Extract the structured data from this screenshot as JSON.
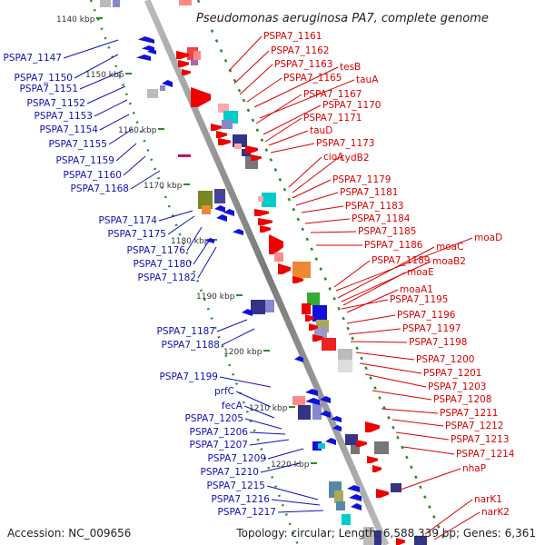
{
  "title": "Pseudomonas aeruginosa PA7, complete genome",
  "footer": {
    "accession": "Accession: NC_009656",
    "topology": "Topology: circular; Length: 6,588,339 bp; Genes: 6,361"
  },
  "ticks": [
    "1140 kbp",
    "1150 kbp",
    "1160 kbp",
    "1170 kbp",
    "1180 kbp",
    "1190 kbp",
    "1200 kbp",
    "1210 kbp",
    "1220 kbp"
  ],
  "left_genes": [
    "PSPA7_1147",
    "PSPA7_1150",
    "PSPA7_1151",
    "PSPA7_1152",
    "PSPA7_1153",
    "PSPA7_1154",
    "PSPA7_1155",
    "PSPA7_1159",
    "PSPA7_1160",
    "PSPA7_1168",
    "PSPA7_1174",
    "PSPA7_1175",
    "PSPA7_1176",
    "PSPA7_1180",
    "PSPA7_1182",
    "PSPA7_1187",
    "PSPA7_1188",
    "PSPA7_1199",
    "prfC",
    "fecA",
    "PSPA7_1205",
    "PSPA7_1206",
    "PSPA7_1207",
    "PSPA7_1209",
    "PSPA7_1210",
    "PSPA7_1215",
    "PSPA7_1216",
    "PSPA7_1217"
  ],
  "right_genes": [
    "PSPA7_1161",
    "PSPA7_1162",
    "PSPA7_1163",
    "tesB",
    "PSPA7_1165",
    "tauA",
    "PSPA7_1167",
    "PSPA7_1170",
    "PSPA7_1171",
    "tauD",
    "PSPA7_1173",
    "cioA",
    "cydB2",
    "PSPA7_1179",
    "PSPA7_1181",
    "PSPA7_1183",
    "PSPA7_1184",
    "PSPA7_1185",
    "PSPA7_1186",
    "moaD",
    "moaC",
    "PSPA7_1189",
    "moaB2",
    "moaE",
    "moaA1",
    "PSPA7_1195",
    "PSPA7_1196",
    "PSPA7_1197",
    "PSPA7_1198",
    "PSPA7_1200",
    "PSPA7_1201",
    "PSPA7_1203",
    "PSPA7_1208",
    "PSPA7_1211",
    "PSPA7_1212",
    "PSPA7_1213",
    "PSPA7_1214",
    "nhaP",
    "narK1",
    "narK2"
  ],
  "colors": {
    "forward_strand": "#dd0000",
    "reverse_strand": "#1010b8",
    "backbone": "#888888",
    "gc_track": "#2a8a2a"
  }
}
